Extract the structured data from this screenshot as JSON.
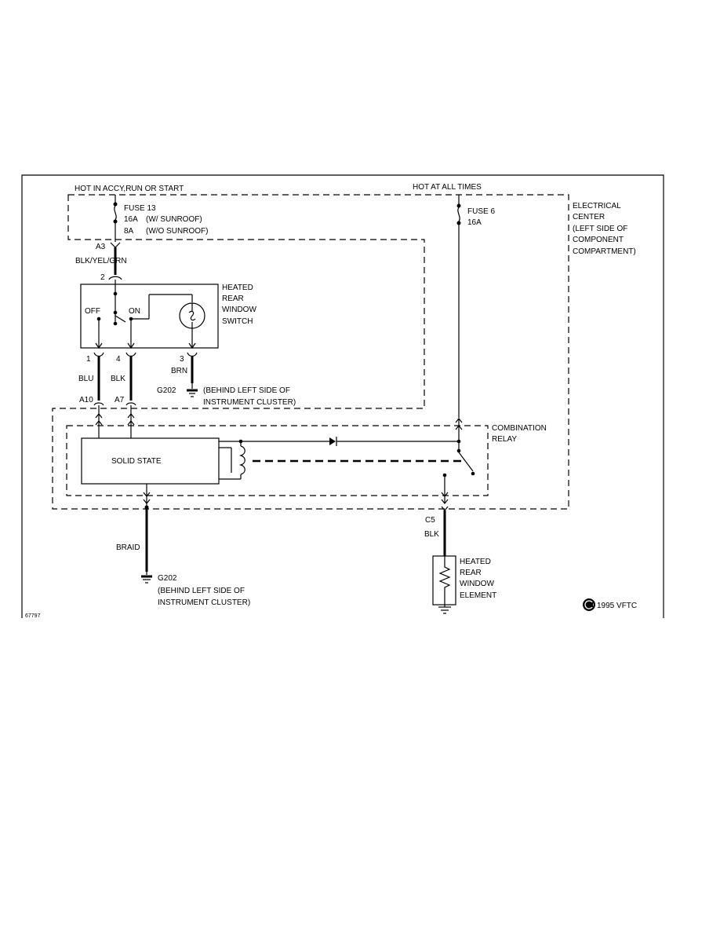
{
  "labels": {
    "hot_accy": "HOT IN ACCY,RUN OR START",
    "hot_all": "HOT AT ALL TIMES",
    "fuse13": "FUSE 13",
    "fuse13_16a": "16A",
    "fuse13_sunroof": "(W/ SUNROOF)",
    "fuse13_8a": "8A",
    "fuse13_nosunroof": "(W/O SUNROOF)",
    "fuse6": "FUSE 6",
    "fuse6_16a": "16A",
    "elec_center_1": "ELECTRICAL",
    "elec_center_2": "CENTER",
    "elec_center_3": "(LEFT SIDE OF",
    "elec_center_4": "COMPONENT",
    "elec_center_5": "COMPARTMENT)",
    "a3": "A3",
    "wire_blkyelgrn": "BLK/YEL/GRN",
    "pin2": "2",
    "switch_1": "HEATED",
    "switch_2": "REAR",
    "switch_3": "WINDOW",
    "switch_4": "SWITCH",
    "off": "OFF",
    "on": "ON",
    "pin1": "1",
    "pin4": "4",
    "pin3": "3",
    "wire_blu": "BLU",
    "wire_blk1": "BLK",
    "wire_brn": "BRN",
    "g202_top": "G202",
    "g202_top_note1": "(BEHIND LEFT SIDE OF",
    "g202_top_note2": "INSTRUMENT CLUSTER)",
    "a10": "A10",
    "a7": "A7",
    "combo_1": "COMBINATION",
    "combo_2": "RELAY",
    "solid_state": "SOLID STATE",
    "c5": "C5",
    "wire_blk2": "BLK",
    "braid": "BRAID",
    "element_1": "HEATED",
    "element_2": "REAR",
    "element_3": "WINDOW",
    "element_4": "ELEMENT",
    "g202_bot": "G202",
    "g202_bot_note1": "(BEHIND LEFT SIDE OF",
    "g202_bot_note2": "INSTRUMENT CLUSTER)",
    "copyright": "1995 VFTC",
    "fig_id": "67797"
  }
}
